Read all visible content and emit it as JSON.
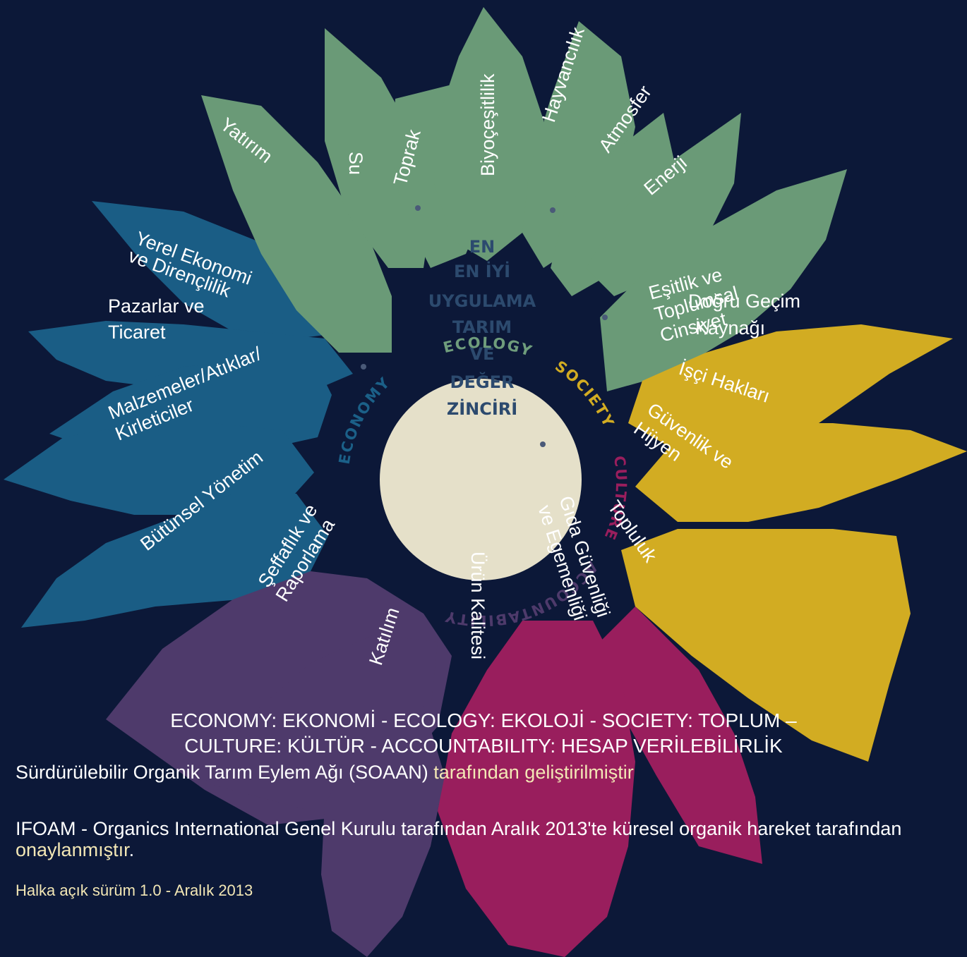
{
  "colors": {
    "background": "#0c1838",
    "ecology": "#6a9a77",
    "economy": "#1b6088",
    "society": "#d2ac22",
    "culture": "#991e5d",
    "accountability": "#4e3a6b",
    "center": "#e5e0c9",
    "center_text": "#2c4a6e",
    "highlight": "#f3e7b5"
  },
  "center": {
    "lines": [
      "EN",
      "EN İYİ",
      "UYGULAMA",
      "TARIM",
      "VE",
      "DEĞER",
      "ZİNCİRİ"
    ]
  },
  "ring": {
    "ecology": "ECOLOGY",
    "society": "SOCIETY",
    "culture": "CULTURE",
    "accountability": "ACCOUNTABILITY",
    "economy": "ECONOMY"
  },
  "petals": {
    "su": "Su",
    "toprak": "Toprak",
    "biyocesitlilik": "Biyoçeşitlilik",
    "hayvancilik": "Hayvancılık",
    "atmosfer": "Atmosfer",
    "enerji": "Enerji",
    "yatirim": "Yatırım",
    "yerel_ekonomi": [
      "Yerel Ekonomi",
      "ve Dirençlilik"
    ],
    "pazarlar": [
      "Pazarlar ve",
      "Ticaret"
    ],
    "malzemeler": [
      "Malzemeler/Atıklar/",
      "Kirleticiler"
    ],
    "butunsel": "Bütünsel Yönetim",
    "seffaflik": [
      "Şeffaflık ve",
      "Raporlama"
    ],
    "katilim": "Katılım",
    "urun_kalitesi": "Ürün Kalitesi",
    "gida_guvenligi": [
      "Gıda Güvenliği",
      "ve Egemenliği"
    ],
    "topluluk": "Topluluk",
    "guvenlik": [
      "Güvenlik ve",
      "Hijyen"
    ],
    "isci_haklari": "İşçi Hakları",
    "esitlik": [
      "Eşitlik ve",
      "Toplumsal",
      "Cinsiyet"
    ],
    "dogru_gecim": [
      "Doğru Geçim",
      "Kaynağı"
    ]
  },
  "footer": {
    "legend_line1": "ECONOMY: EKONOMİ - ECOLOGY: EKOLOJİ - SOCIETY: TOPLUM –",
    "legend_line2": "CULTURE: KÜLTÜR - ACCOUNTABILITY: HESAP VERİLEBİLİRLİK",
    "credit_main": "Sürdürülebilir Organik Tarım Eylem Ağı (SOAAN) ",
    "credit_highlight": "tarafından geliştirilmiştir",
    "ifoam_main": "IFOAM - Organics International Genel Kurulu tarafından Aralık 2013'te küresel organik hareket tarafından ",
    "ifoam_highlight": "onaylanmıştır",
    "ifoam_end": ".",
    "version": "Halka açık sürüm 1.0 - Aralık 2013"
  }
}
